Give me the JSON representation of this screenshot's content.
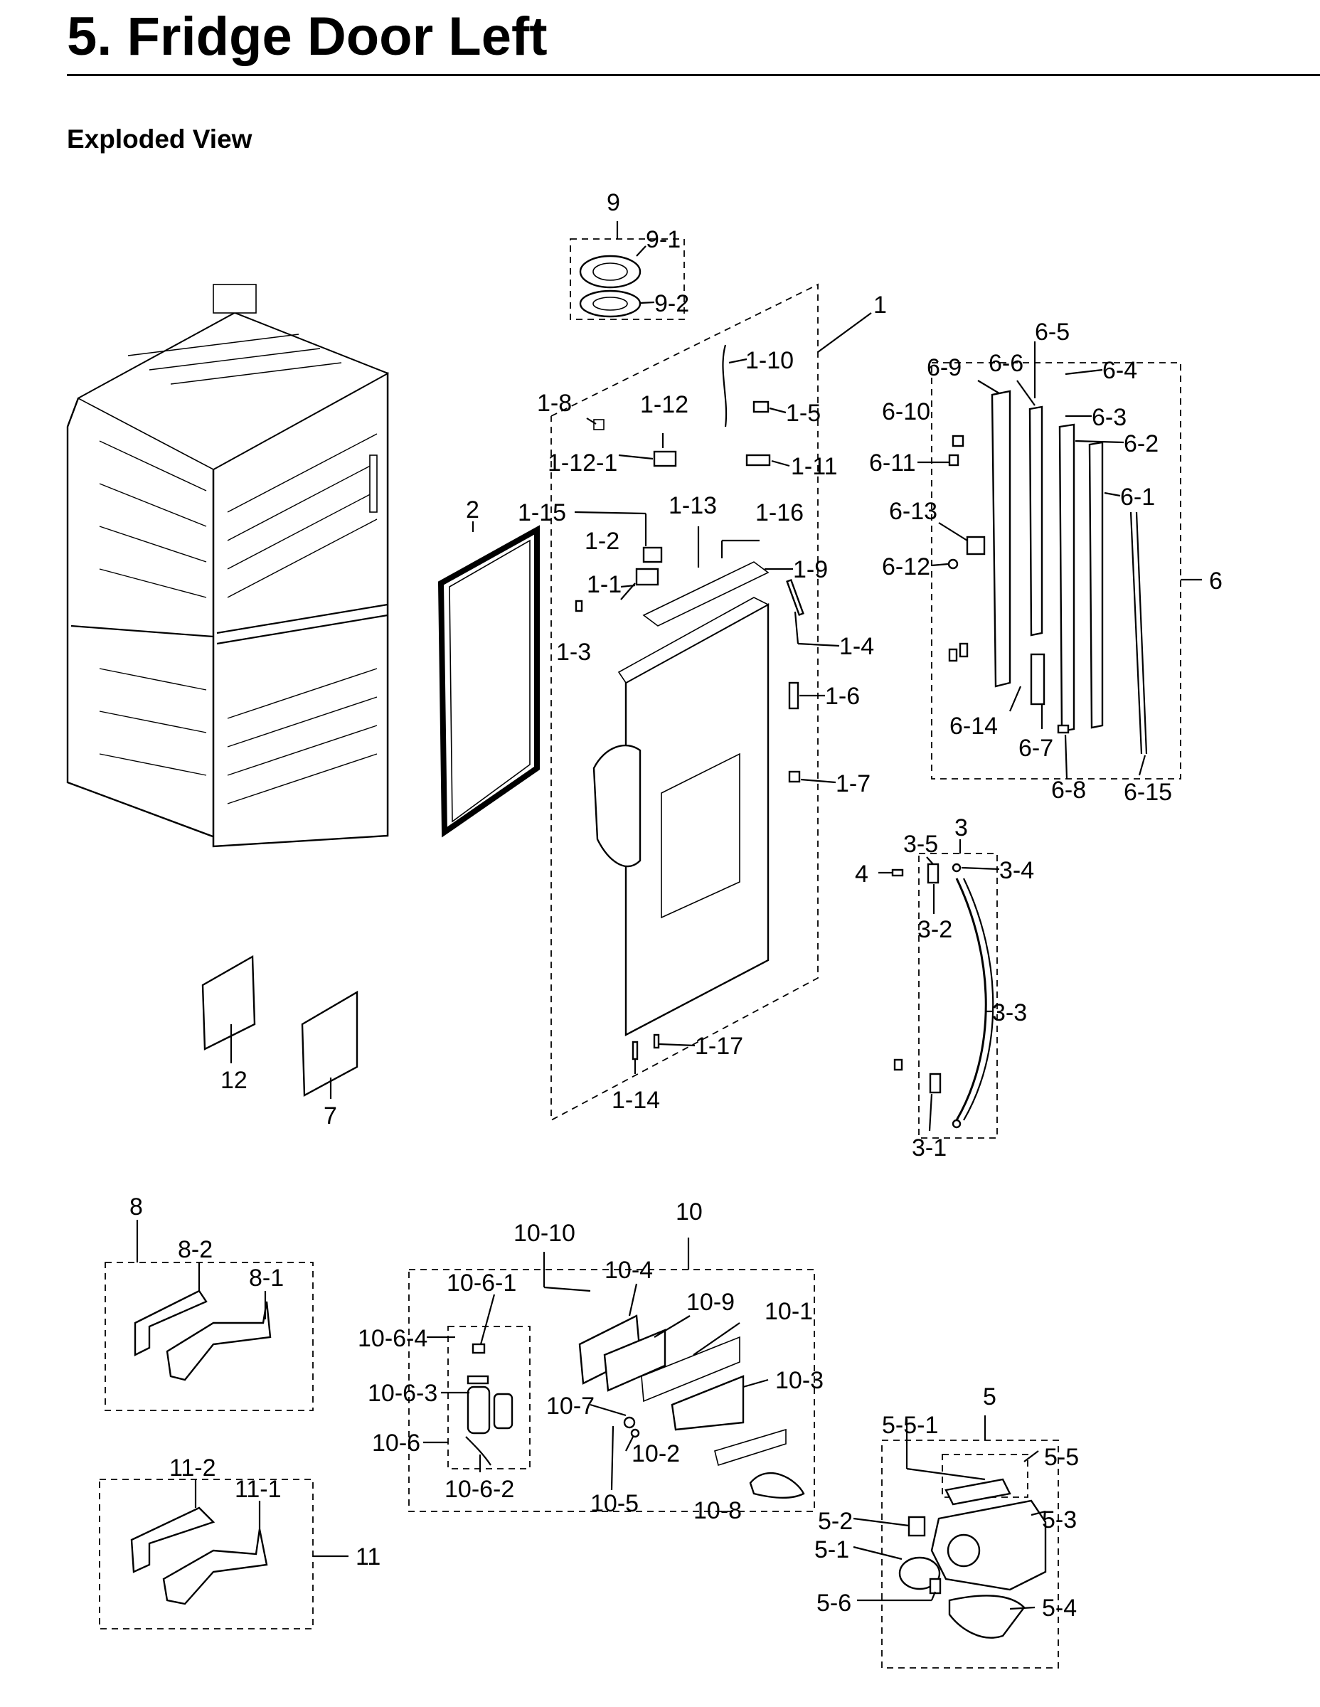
{
  "title": "5.  Fridge Door Left",
  "subtitle": "Exploded View",
  "callouts": {
    "c9": "9",
    "c9_1": "9-1",
    "c9_2": "9-2",
    "c1": "1",
    "c1_10": "1-10",
    "c1_8": "1-8",
    "c1_12": "1-12",
    "c1_5": "1-5",
    "c1_12_1": "1-12-1",
    "c1_11": "1-11",
    "c1_15": "1-15",
    "c1_13": "1-13",
    "c1_16": "1-16",
    "c1_2": "1-2",
    "c1_9": "1-9",
    "c1_1": "1-1",
    "c1_3": "1-3",
    "c1_4": "1-4",
    "c1_6": "1-6",
    "c1_7": "1-7",
    "c1_17": "1-17",
    "c1_14": "1-14",
    "c2": "2",
    "c6": "6",
    "c6_5": "6-5",
    "c6_9": "6-9",
    "c6_6": "6-6",
    "c6_4": "6-4",
    "c6_10": "6-10",
    "c6_3": "6-3",
    "c6_2": "6-2",
    "c6_11": "6-11",
    "c6_1": "6-1",
    "c6_13": "6-13",
    "c6_12": "6-12",
    "c6_14": "6-14",
    "c6_7": "6-7",
    "c6_8": "6-8",
    "c6_15": "6-15",
    "c3": "3",
    "c3_5": "3-5",
    "c3_4": "3-4",
    "c4": "4",
    "c3_2": "3-2",
    "c3_3": "3-3",
    "c3_1": "3-1",
    "c12": "12",
    "c7": "7",
    "c8": "8",
    "c8_2": "8-2",
    "c8_1": "8-1",
    "c11_2": "11-2",
    "c11_1": "11-1",
    "c11": "11",
    "c10": "10",
    "c10_10": "10-10",
    "c10_4": "10-4",
    "c10_6_1": "10-6-1",
    "c10_9": "10-9",
    "c10_1": "10-1",
    "c10_6_4": "10-6-4",
    "c10_3": "10-3",
    "c10_6_3": "10-6-3",
    "c10_7": "10-7",
    "c10_6": "10-6",
    "c10_2": "10-2",
    "c10_6_2": "10-6-2",
    "c10_5": "10-5",
    "c10_8": "10-8",
    "c5": "5",
    "c5_5_1": "5-5-1",
    "c5_5": "5-5",
    "c5_2": "5-2",
    "c5_3": "5-3",
    "c5_1": "5-1",
    "c5_6": "5-6",
    "c5_4": "5-4"
  }
}
